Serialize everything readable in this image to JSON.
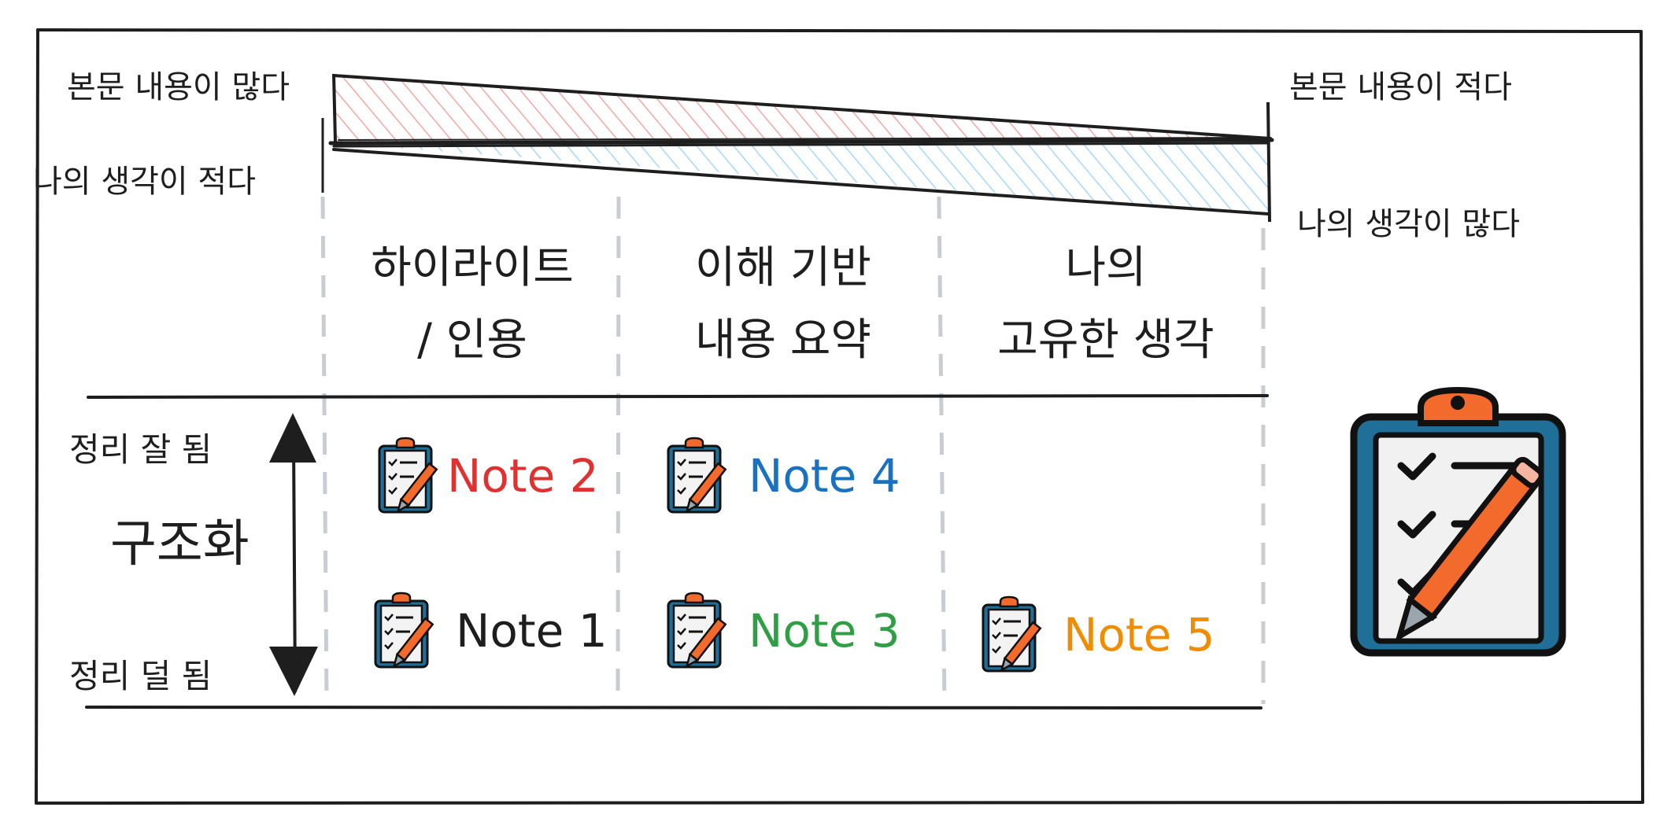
{
  "corners": {
    "top_left": "본문 내용이 많다",
    "bottom_left": "나의 생각이 적다",
    "top_right": "본문 내용이 적다",
    "bottom_right": "나의 생각이 많다"
  },
  "columns": [
    {
      "line1": "하이라이트",
      "line2": "/ 인용"
    },
    {
      "line1": "이해 기반",
      "line2": "내용 요약"
    },
    {
      "line1": "나의",
      "line2": "고유한 생각"
    }
  ],
  "axis": {
    "top": "정리 잘 됨",
    "middle": "구조화",
    "bottom": "정리 덜 됨"
  },
  "notes": [
    {
      "label": "Note 2",
      "color": "#e03131"
    },
    {
      "label": "Note 4",
      "color": "#1971c2"
    },
    {
      "label": "Note 1",
      "color": "#1e1e1e"
    },
    {
      "label": "Note 3",
      "color": "#2f9e44"
    },
    {
      "label": "Note 5",
      "color": "#f08c00"
    }
  ],
  "colors": {
    "content_wedge": "#f4a6a6",
    "thought_wedge": "#a5d8ff",
    "grid_dash": "#c7cdd3",
    "clipboard_board": "#1f6f99",
    "clipboard_clip": "#f26b2c",
    "pencil": "#f26b2c"
  }
}
